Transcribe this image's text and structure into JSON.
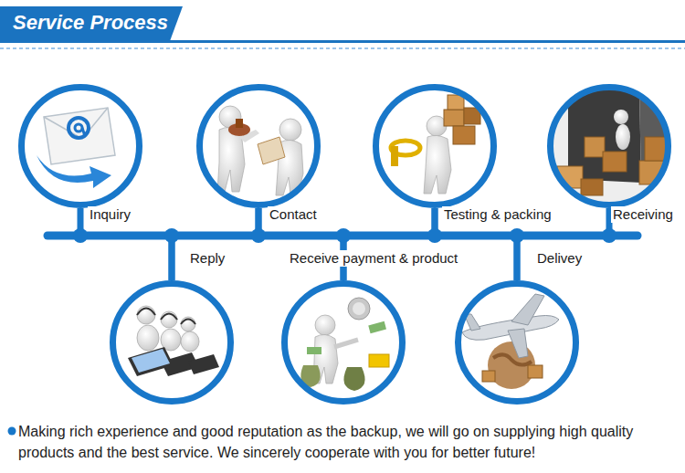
{
  "diagram": {
    "title": "Service Process",
    "caption": "Making rich experience and good reputation as the backup, we will go on supplying high quality products and the best service. We sincerely cooperate with you for better future!",
    "nodes": [
      {
        "text": [
          "Inquiry"
        ]
      },
      {
        "text": [
          "Reply"
        ]
      },
      {
        "text": [
          "Contact"
        ]
      },
      {
        "text": [
          "Receive payment & product"
        ]
      },
      {
        "text": [
          "Testing & packing"
        ]
      },
      {
        "text": [
          "Delivey"
        ]
      },
      {
        "text": [
          "Receiving"
        ]
      }
    ],
    "edges": [
      {
        "from": 0,
        "to": 1,
        "arrow": "none"
      },
      {
        "from": 1,
        "to": 2,
        "arrow": "none"
      },
      {
        "from": 2,
        "to": 3,
        "arrow": "none"
      },
      {
        "from": 3,
        "to": 4,
        "arrow": "none"
      },
      {
        "from": 4,
        "to": 5,
        "arrow": "none"
      },
      {
        "from": 5,
        "to": 6,
        "arrow": "none"
      }
    ]
  }
}
